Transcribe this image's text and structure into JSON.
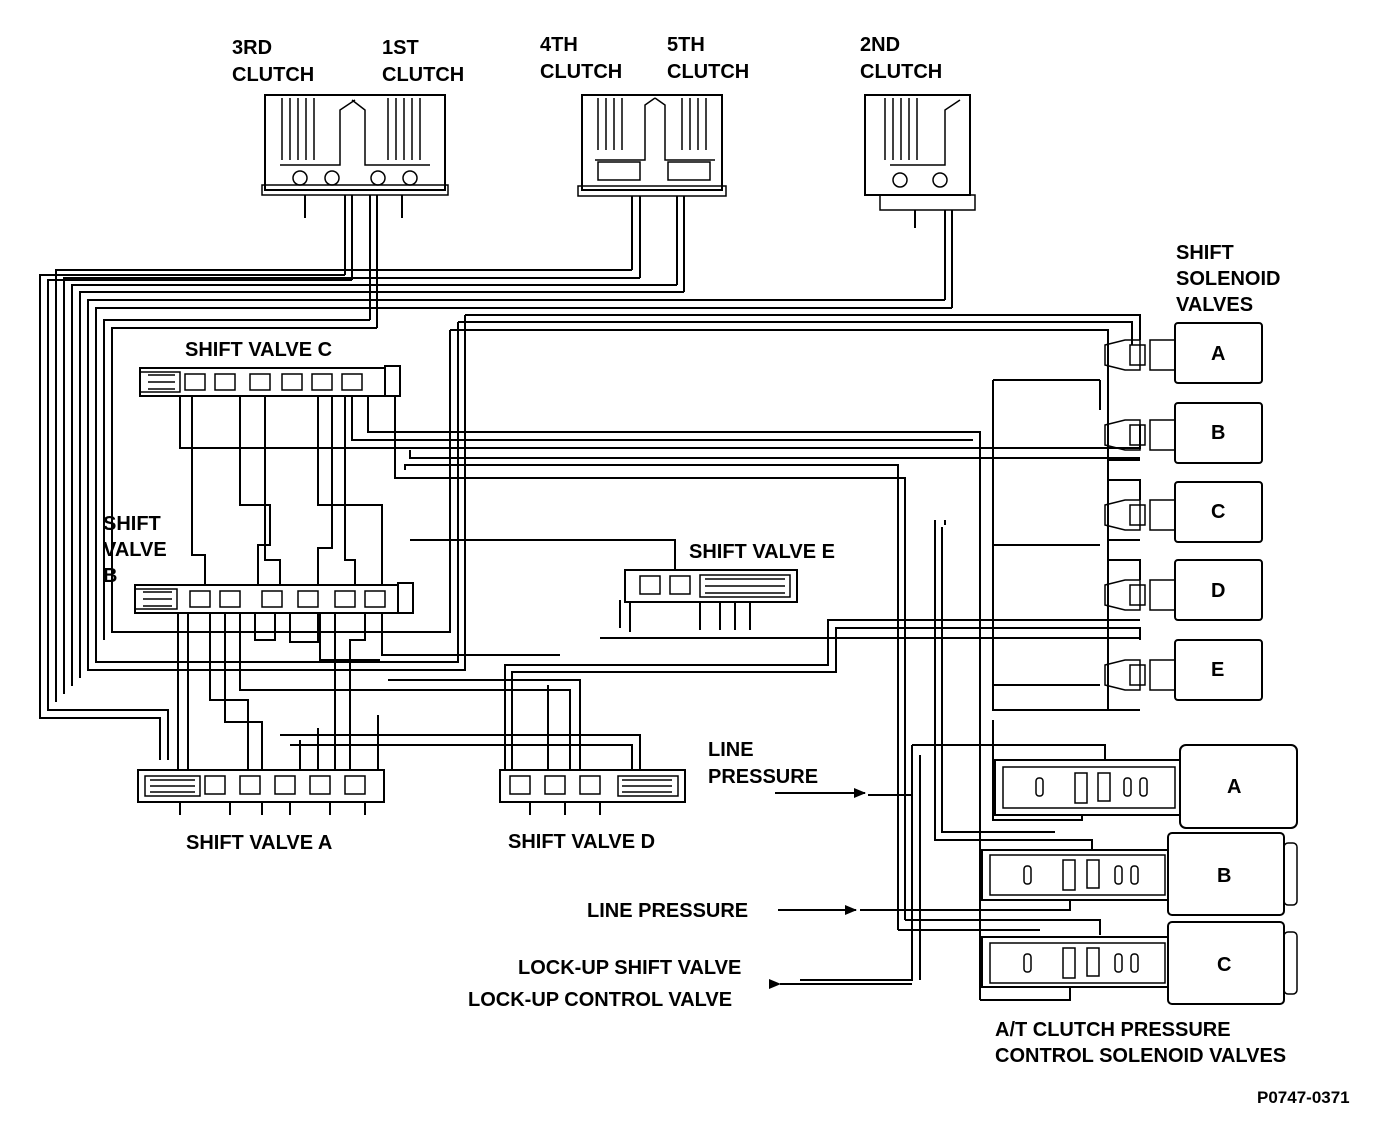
{
  "clutches": {
    "third": [
      "3RD",
      "CLUTCH"
    ],
    "first": [
      "1ST",
      "CLUTCH"
    ],
    "fourth": [
      "4TH",
      "CLUTCH"
    ],
    "fifth": [
      "5TH",
      "CLUTCH"
    ],
    "second": [
      "2ND",
      "CLUTCH"
    ]
  },
  "shift_valves": {
    "a": "SHIFT VALVE A",
    "b": [
      "SHIFT",
      "VALVE",
      "B"
    ],
    "c": "SHIFT VALVE C",
    "d": "SHIFT VALVE D",
    "e": "SHIFT VALVE E"
  },
  "shift_solenoids": {
    "title": [
      "SHIFT",
      "SOLENOID",
      "VALVES"
    ],
    "items": [
      "A",
      "B",
      "C",
      "D",
      "E"
    ]
  },
  "pressure_solenoids": {
    "title": [
      "A/T CLUTCH PRESSURE",
      "CONTROL SOLENOID VALVES"
    ],
    "items": [
      "A",
      "B",
      "C"
    ]
  },
  "line_pressure_top": [
    "LINE",
    "PRESSURE"
  ],
  "line_pressure_mid": "LINE PRESSURE",
  "lockup": {
    "shift": "LOCK-UP SHIFT VALVE",
    "control": "LOCK-UP CONTROL VALVE"
  },
  "figure_id": "P0747-0371"
}
